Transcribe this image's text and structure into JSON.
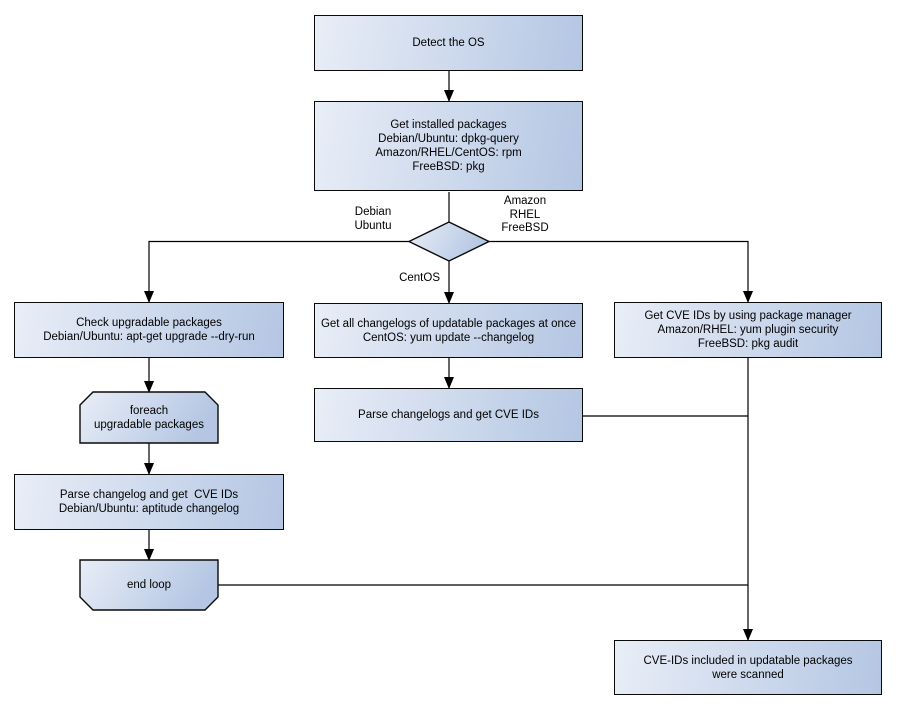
{
  "colors": {
    "node_fill_light": "#e9eef7",
    "node_fill_dark": "#b4c6e3",
    "node_border": "#0a0a0a",
    "connector": "#000000",
    "text": "#000000",
    "background": "#ffffff"
  },
  "nodes": {
    "detect_os": {
      "lines": [
        "Detect the OS"
      ]
    },
    "get_installed_packages": {
      "lines": [
        "Get installed packages",
        "Debian/Ubuntu: dpkg-query",
        "Amazon/RHEL/CentOS: rpm",
        "FreeBSD: pkg"
      ]
    },
    "check_upgradable_packages": {
      "lines": [
        "Check upgradable packages",
        "Debian/Ubuntu: apt-get upgrade --dry-run"
      ]
    },
    "foreach_loop": {
      "lines": [
        "foreach",
        "upgradable  packages"
      ]
    },
    "parse_changelog_each": {
      "lines": [
        "Parse changelog and get  CVE IDs",
        "Debian/Ubuntu: aptitude changelog"
      ]
    },
    "end_loop": {
      "lines": [
        "end loop"
      ]
    },
    "get_all_changelogs": {
      "lines": [
        "Get all changelogs of updatable packages at once",
        "CentOS: yum update --changelog"
      ]
    },
    "parse_changelogs_once": {
      "lines": [
        "Parse changelogs and get CVE IDs"
      ]
    },
    "get_cve_ids_pkg_mgr": {
      "lines": [
        "Get CVE IDs by using package manager",
        "Amazon/RHEL: yum plugin security",
        "FreeBSD: pkg audit"
      ]
    },
    "scan_result": {
      "lines": [
        "CVE-IDs included in updatable packages",
        "were scanned"
      ]
    }
  },
  "decision": {
    "branch_labels": {
      "left": [
        "Debian",
        "Ubuntu"
      ],
      "right": [
        "Amazon",
        "RHEL",
        "FreeBSD"
      ],
      "down": [
        "CentOS"
      ]
    }
  }
}
